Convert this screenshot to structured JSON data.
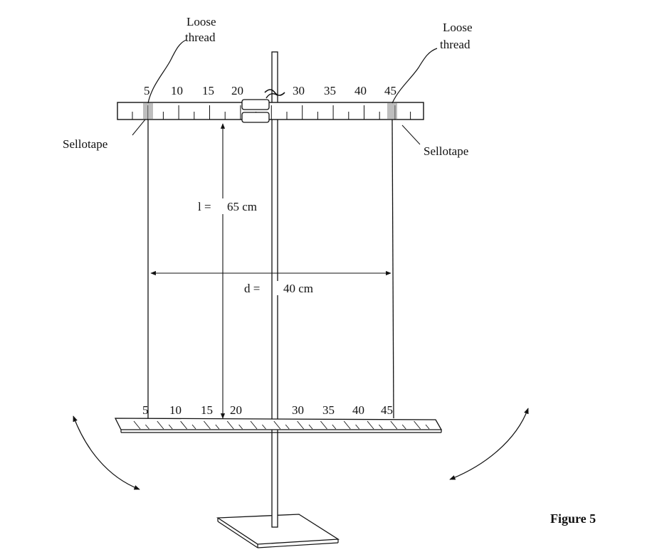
{
  "figure": {
    "caption": "Figure 5",
    "loose_thread_line1": "Loose",
    "loose_thread_line2": "thread",
    "sellotape": "Sellotape",
    "length_label": "l =",
    "length_value": "65 cm",
    "distance_label": "d =",
    "distance_value": "40 cm",
    "top_scale": [
      "5",
      "10",
      "15",
      "20",
      "30",
      "35",
      "40",
      "45"
    ],
    "bottom_scale": [
      "5",
      "10",
      "15",
      "20",
      "30",
      "35",
      "40",
      "45"
    ]
  }
}
